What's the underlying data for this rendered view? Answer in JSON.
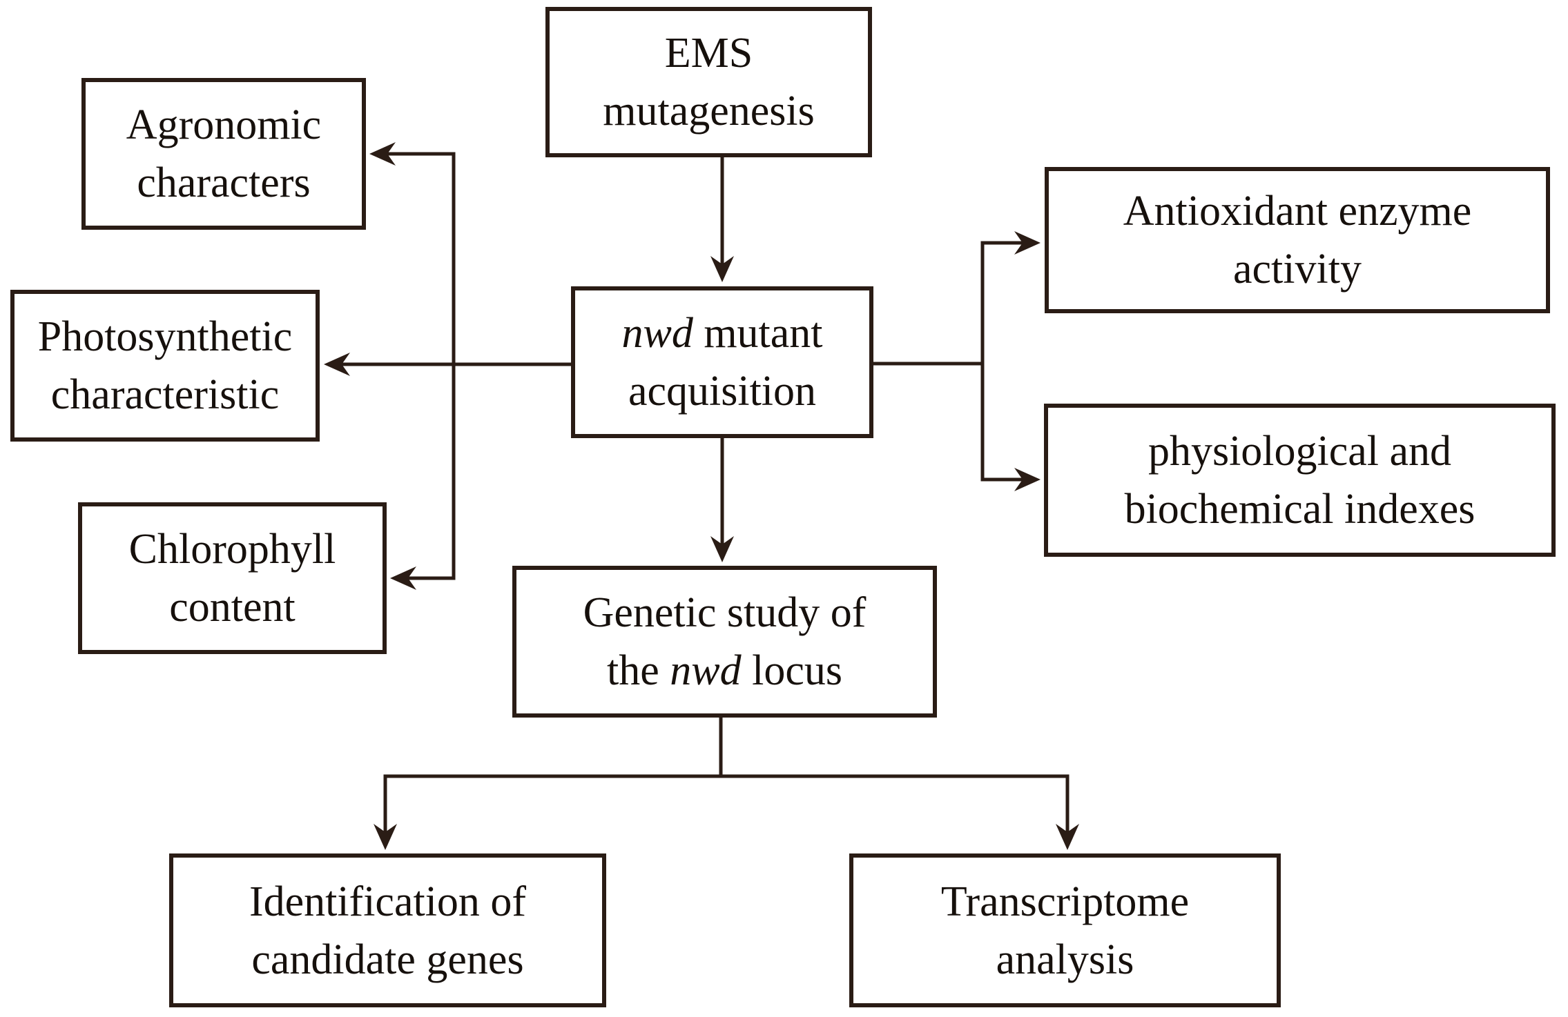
{
  "figure": {
    "type": "flowchart",
    "background": "#ffffff",
    "line_color": "#2a1c15",
    "text_color": "#16100c",
    "nodes": [
      {
        "id": "ems-mutagenesis",
        "lines": [
          [
            {
              "text": "EMS"
            }
          ],
          [
            {
              "text": "mutagenesis"
            }
          ]
        ]
      },
      {
        "id": "agronomic-characters",
        "lines": [
          [
            {
              "text": "Agronomic"
            }
          ],
          [
            {
              "text": "characters"
            }
          ]
        ]
      },
      {
        "id": "photosynthetic-characteristic",
        "lines": [
          [
            {
              "text": "Photosynthetic"
            }
          ],
          [
            {
              "text": "characteristic"
            }
          ]
        ]
      },
      {
        "id": "chlorophyll-content",
        "lines": [
          [
            {
              "text": "Chlorophyll"
            }
          ],
          [
            {
              "text": "content"
            }
          ]
        ]
      },
      {
        "id": "nwd-mutant-acquisition",
        "lines": [
          [
            {
              "text": "nwd",
              "italic": true
            },
            {
              "text": " mutant"
            }
          ],
          [
            {
              "text": "acquisition"
            }
          ]
        ]
      },
      {
        "id": "antioxidant-enzyme-activity",
        "lines": [
          [
            {
              "text": "Antioxidant enzyme"
            }
          ],
          [
            {
              "text": "activity"
            }
          ]
        ]
      },
      {
        "id": "physiological-biochemical-indexes",
        "lines": [
          [
            {
              "text": "physiological and"
            }
          ],
          [
            {
              "text": "biochemical indexes"
            }
          ]
        ]
      },
      {
        "id": "genetic-study-nwd-locus",
        "lines": [
          [
            {
              "text": "Genetic study of"
            }
          ],
          [
            {
              "text": "the "
            },
            {
              "text": "nwd",
              "italic": true
            },
            {
              "text": " locus"
            }
          ]
        ]
      },
      {
        "id": "identification-candidate-genes",
        "lines": [
          [
            {
              "text": "Identification of"
            }
          ],
          [
            {
              "text": "candidate genes"
            }
          ]
        ]
      },
      {
        "id": "transcriptome-analysis",
        "lines": [
          [
            {
              "text": "Transcriptome"
            }
          ],
          [
            {
              "text": "analysis"
            }
          ]
        ]
      }
    ],
    "edges": [
      {
        "from": "ems-mutagenesis",
        "to": "nwd-mutant-acquisition"
      },
      {
        "from": "nwd-mutant-acquisition",
        "to": "agronomic-characters"
      },
      {
        "from": "nwd-mutant-acquisition",
        "to": "photosynthetic-characteristic"
      },
      {
        "from": "nwd-mutant-acquisition",
        "to": "chlorophyll-content"
      },
      {
        "from": "nwd-mutant-acquisition",
        "to": "antioxidant-enzyme-activity"
      },
      {
        "from": "nwd-mutant-acquisition",
        "to": "physiological-biochemical-indexes"
      },
      {
        "from": "nwd-mutant-acquisition",
        "to": "genetic-study-nwd-locus"
      },
      {
        "from": "genetic-study-nwd-locus",
        "to": "identification-candidate-genes"
      },
      {
        "from": "genetic-study-nwd-locus",
        "to": "transcriptome-analysis"
      }
    ]
  }
}
